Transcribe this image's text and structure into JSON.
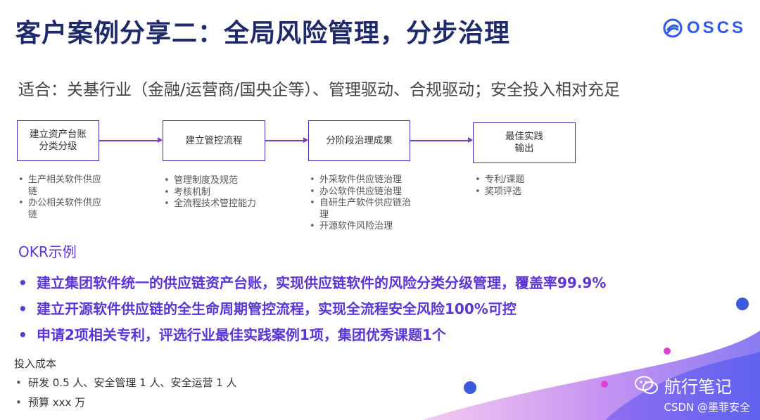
{
  "slide": {
    "title": "客户案例分享二：全局风险管理，分步治理",
    "logo_text": "OSCS",
    "subtitle": "适合：关基行业（金融/运营商/国央企等）、管理驱动、合规驱动；安全投入相对充足"
  },
  "flow": [
    {
      "label": "建立资产台账\n分类分级",
      "bullets": [
        "生产相关软件供应链",
        "办公相关软件供应链"
      ]
    },
    {
      "label": "建立管控流程",
      "bullets": [
        "管理制度及规范",
        "考核机制",
        "全流程技术管控能力"
      ]
    },
    {
      "label": "分阶段治理成果",
      "bullets": [
        "外采软件供应链治理",
        "办公软件供应链治理",
        "自研生产软件供应链治理",
        "开源软件风险治理"
      ]
    },
    {
      "label": "最佳实践\n输出",
      "bullets": [
        "专利/课题",
        "奖项评选"
      ]
    }
  ],
  "okr": {
    "heading": "OKR示例",
    "items": [
      "建立集团软件统一的供应链资产台账，实现供应链软件的风险分类分级管理，覆盖率99.9%",
      "建立开源软件供应链的全生命周期管控流程，实现全流程安全风险100%可控",
      "申请2项相关专利，评选行业最佳实践案例1项，集团优秀课题1个"
    ]
  },
  "cost": {
    "heading": "投入成本",
    "items": [
      "研发 0.5 人、安全管理 1 人、安全运营 1 人",
      "预算 xxx 万"
    ]
  },
  "watermark": {
    "wechat": "航行笔记",
    "csdn": "CSDN @墨菲安全"
  },
  "colors": {
    "title": "#1f2a6b",
    "accent": "#5b35d6",
    "box_border": "#3b2fb8",
    "logo": "#2f5bea"
  }
}
